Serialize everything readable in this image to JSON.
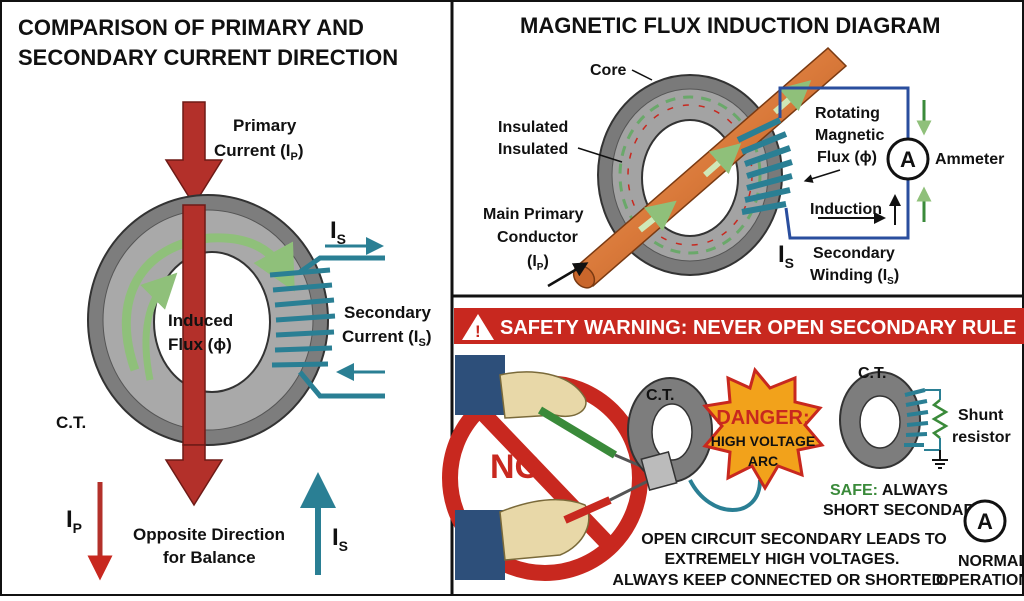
{
  "left": {
    "title_line1": "COMPARISON OF PRIMARY AND",
    "title_line2": "SECONDARY CURRENT DIRECTION",
    "primary_line1": "Primary",
    "primary_line2": "Current (I",
    "primary_sub": "P",
    "induced_line1": "Induced",
    "induced_line2": "Flux (ϕ)",
    "is_top": "I",
    "is_top_sub": "S",
    "secondary_line1": "Secondary",
    "secondary_line2": "Current (I",
    "secondary_sub": "S",
    "ct_label": "C.T.",
    "ip_bottom": "I",
    "ip_bottom_sub": "P",
    "opposite_line1": "Opposite Direction",
    "opposite_line2": "for Balance",
    "is_bottom": "I",
    "is_bottom_sub": "S"
  },
  "right_top": {
    "title": "MAGNETIC FLUX INDUCTION DIAGRAM",
    "core": "Core",
    "insulated_1": "Insulated",
    "insulated_2": "Insulated",
    "rotating_line1": "Rotating",
    "rotating_line2": "Magnetic",
    "rotating_line3": "Flux (ϕ)",
    "ammeter_symbol": "A",
    "ammeter": "Ammeter",
    "induction": "Induction",
    "main_line1": "Main Primary",
    "main_line2": "Conductor",
    "main_line3": "(I",
    "main_sub": "P",
    "is_label": "I",
    "is_sub": "S",
    "secondary_line1": "Secondary",
    "secondary_line2": "Winding (I",
    "secondary_sub": "S"
  },
  "right_bottom": {
    "warning": "SAFETY WARNING: NEVER OPEN SECONDARY RULE",
    "no": "NO",
    "ct_left": "C.T.",
    "danger_line1": "DANGER:",
    "danger_line2": "HIGH VOLTAGE",
    "danger_line3": "ARC",
    "ct_right": "C.T.",
    "shunt_line1": "Shunt",
    "shunt_line2": "resistor",
    "safe_prefix": "SAFE:",
    "safe_rest": " ALWAYS",
    "safe_line2": "SHORT SECONDARY",
    "open_line1": "OPEN CIRCUIT SECONDARY LEADS TO",
    "open_line2": "EXTREMELY HIGH VOLTAGES.",
    "open_line3": "ALWAYS KEEP CONNECTED OR SHORTED.",
    "meter_symbol": "A",
    "normal_line1": "NORMAL",
    "normal_line2": "OPERATION"
  },
  "colors": {
    "red_arrow": "#b3302a",
    "teal": "#2a7f94",
    "green_flux": "#8fc07a",
    "copper": "#d9793a",
    "warning_red": "#c8281f",
    "danger_orange": "#f2a21b",
    "safe_green": "#3a8a3a",
    "wire_blue": "#2a4e9e"
  }
}
